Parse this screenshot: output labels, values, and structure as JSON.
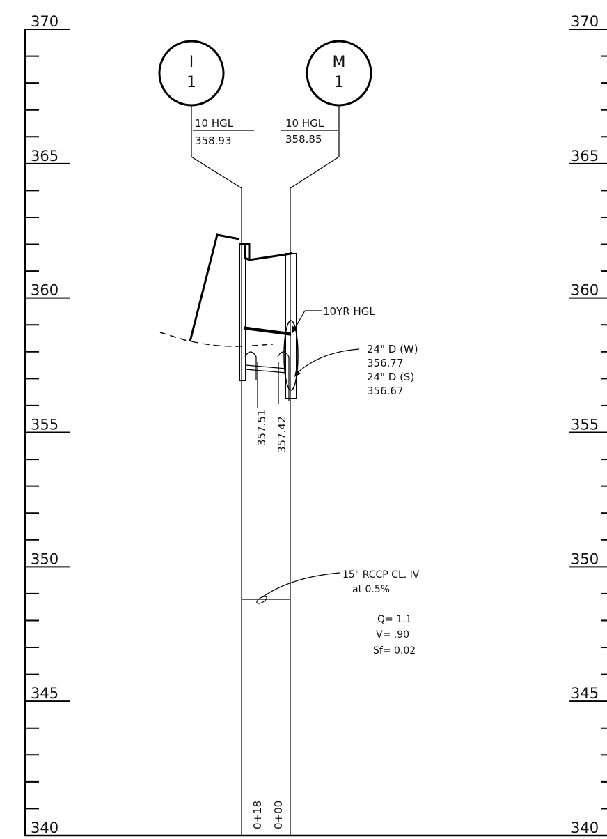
{
  "elevation_scale": {
    "labels_left": [
      "370",
      "365",
      "360",
      "355",
      "350",
      "345",
      "340"
    ],
    "labels_right": [
      "370",
      "365",
      "360",
      "355",
      "350",
      "345",
      "340"
    ],
    "range": [
      340,
      370
    ],
    "major_interval": 5,
    "minor_interval": 1
  },
  "structures": [
    {
      "id": "inlet",
      "letter": "I",
      "number": "1",
      "hgl_label": "10 HGL",
      "hgl_value": "358.93"
    },
    {
      "id": "manhole",
      "letter": "M",
      "number": "1",
      "hgl_label": "10 HGL",
      "hgl_value": "358.85"
    }
  ],
  "annotations": {
    "hgl_10yr": "10YR HGL",
    "pipe_w_label": "24\" D (W)",
    "pipe_w_value": "356.77",
    "pipe_s_label": "24\" D (S)",
    "pipe_s_value": "356.67",
    "invert_left": "357.51",
    "invert_right": "357.42",
    "pipe_spec": "15\" RCCP CL. IV",
    "pipe_slope": "at  0.5%",
    "flow_q": "Q=  1.1",
    "flow_v": "V=  .90",
    "flow_sf": "Sf=  0.02",
    "station_left": "0+18",
    "station_right": "0+00"
  }
}
